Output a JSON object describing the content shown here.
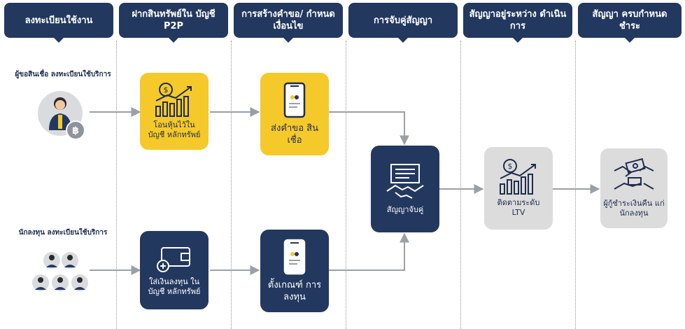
{
  "headers": [
    "ลงทะเบียนใช้งาน",
    "ฝากสินทรัพย์ใน บัญชี P2P",
    "การสร้างคำขอ/ กำหนดเงื่อนไข",
    "การจับคู่สัญญา",
    "สัญญาอยู่ระหว่าง ดำเนินการ",
    "สัญญา ครบกำหนดชำระ"
  ],
  "actors": {
    "borrower": "ผู้ขอสินเชื่อ ลงทะเบียนใช้บริการ",
    "lender": "นักลงทุน ลงทะเบียนใช้บริการ"
  },
  "boxes": {
    "transfer_assets": "โอนหุ้นไว้ใน บัญชี หลักทรัพย์",
    "loan_request": "ส่งคำขอ สินเชื่อ",
    "deposit_cash": "ใส่เงินลงทุน ในบัญชี หลักทรัพย์",
    "invest_criteria": "ตั้งเกณฑ์ การลงทุน",
    "matching": "สัญญาจับคู่",
    "monitor_ltv": "ติดตามระดับ LTV",
    "repay": "ผู้กู้ชำระเงินคืน แก่นักลงทุน"
  },
  "colors": {
    "navy": "#23385f",
    "yellow": "#f5c92a",
    "grey": "#dcdcdc",
    "arrow": "#9aa0a8"
  },
  "icons": {
    "baht_coin": "baht-coin-icon",
    "growth_chart": "growth-chart-icon",
    "phone": "phone-icon",
    "wallet": "wallet-icon",
    "contract_handshake": "contract-handshake-icon",
    "money_hands": "money-hands-icon"
  }
}
